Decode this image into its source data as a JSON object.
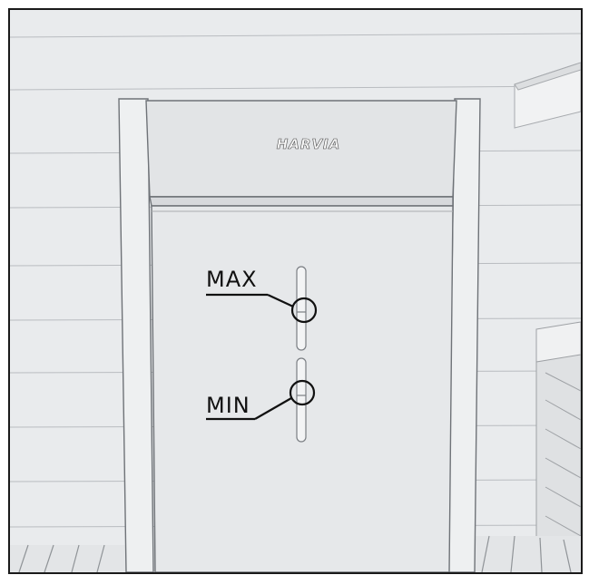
{
  "brand": {
    "logo_text": "HARVIA"
  },
  "callouts": {
    "max_label": "MAX",
    "min_label": "MIN"
  },
  "colors": {
    "wall": "#e9ebed",
    "heater_body": "#e6e8ea",
    "outline": "#6f7378",
    "callout_line": "#111111"
  }
}
